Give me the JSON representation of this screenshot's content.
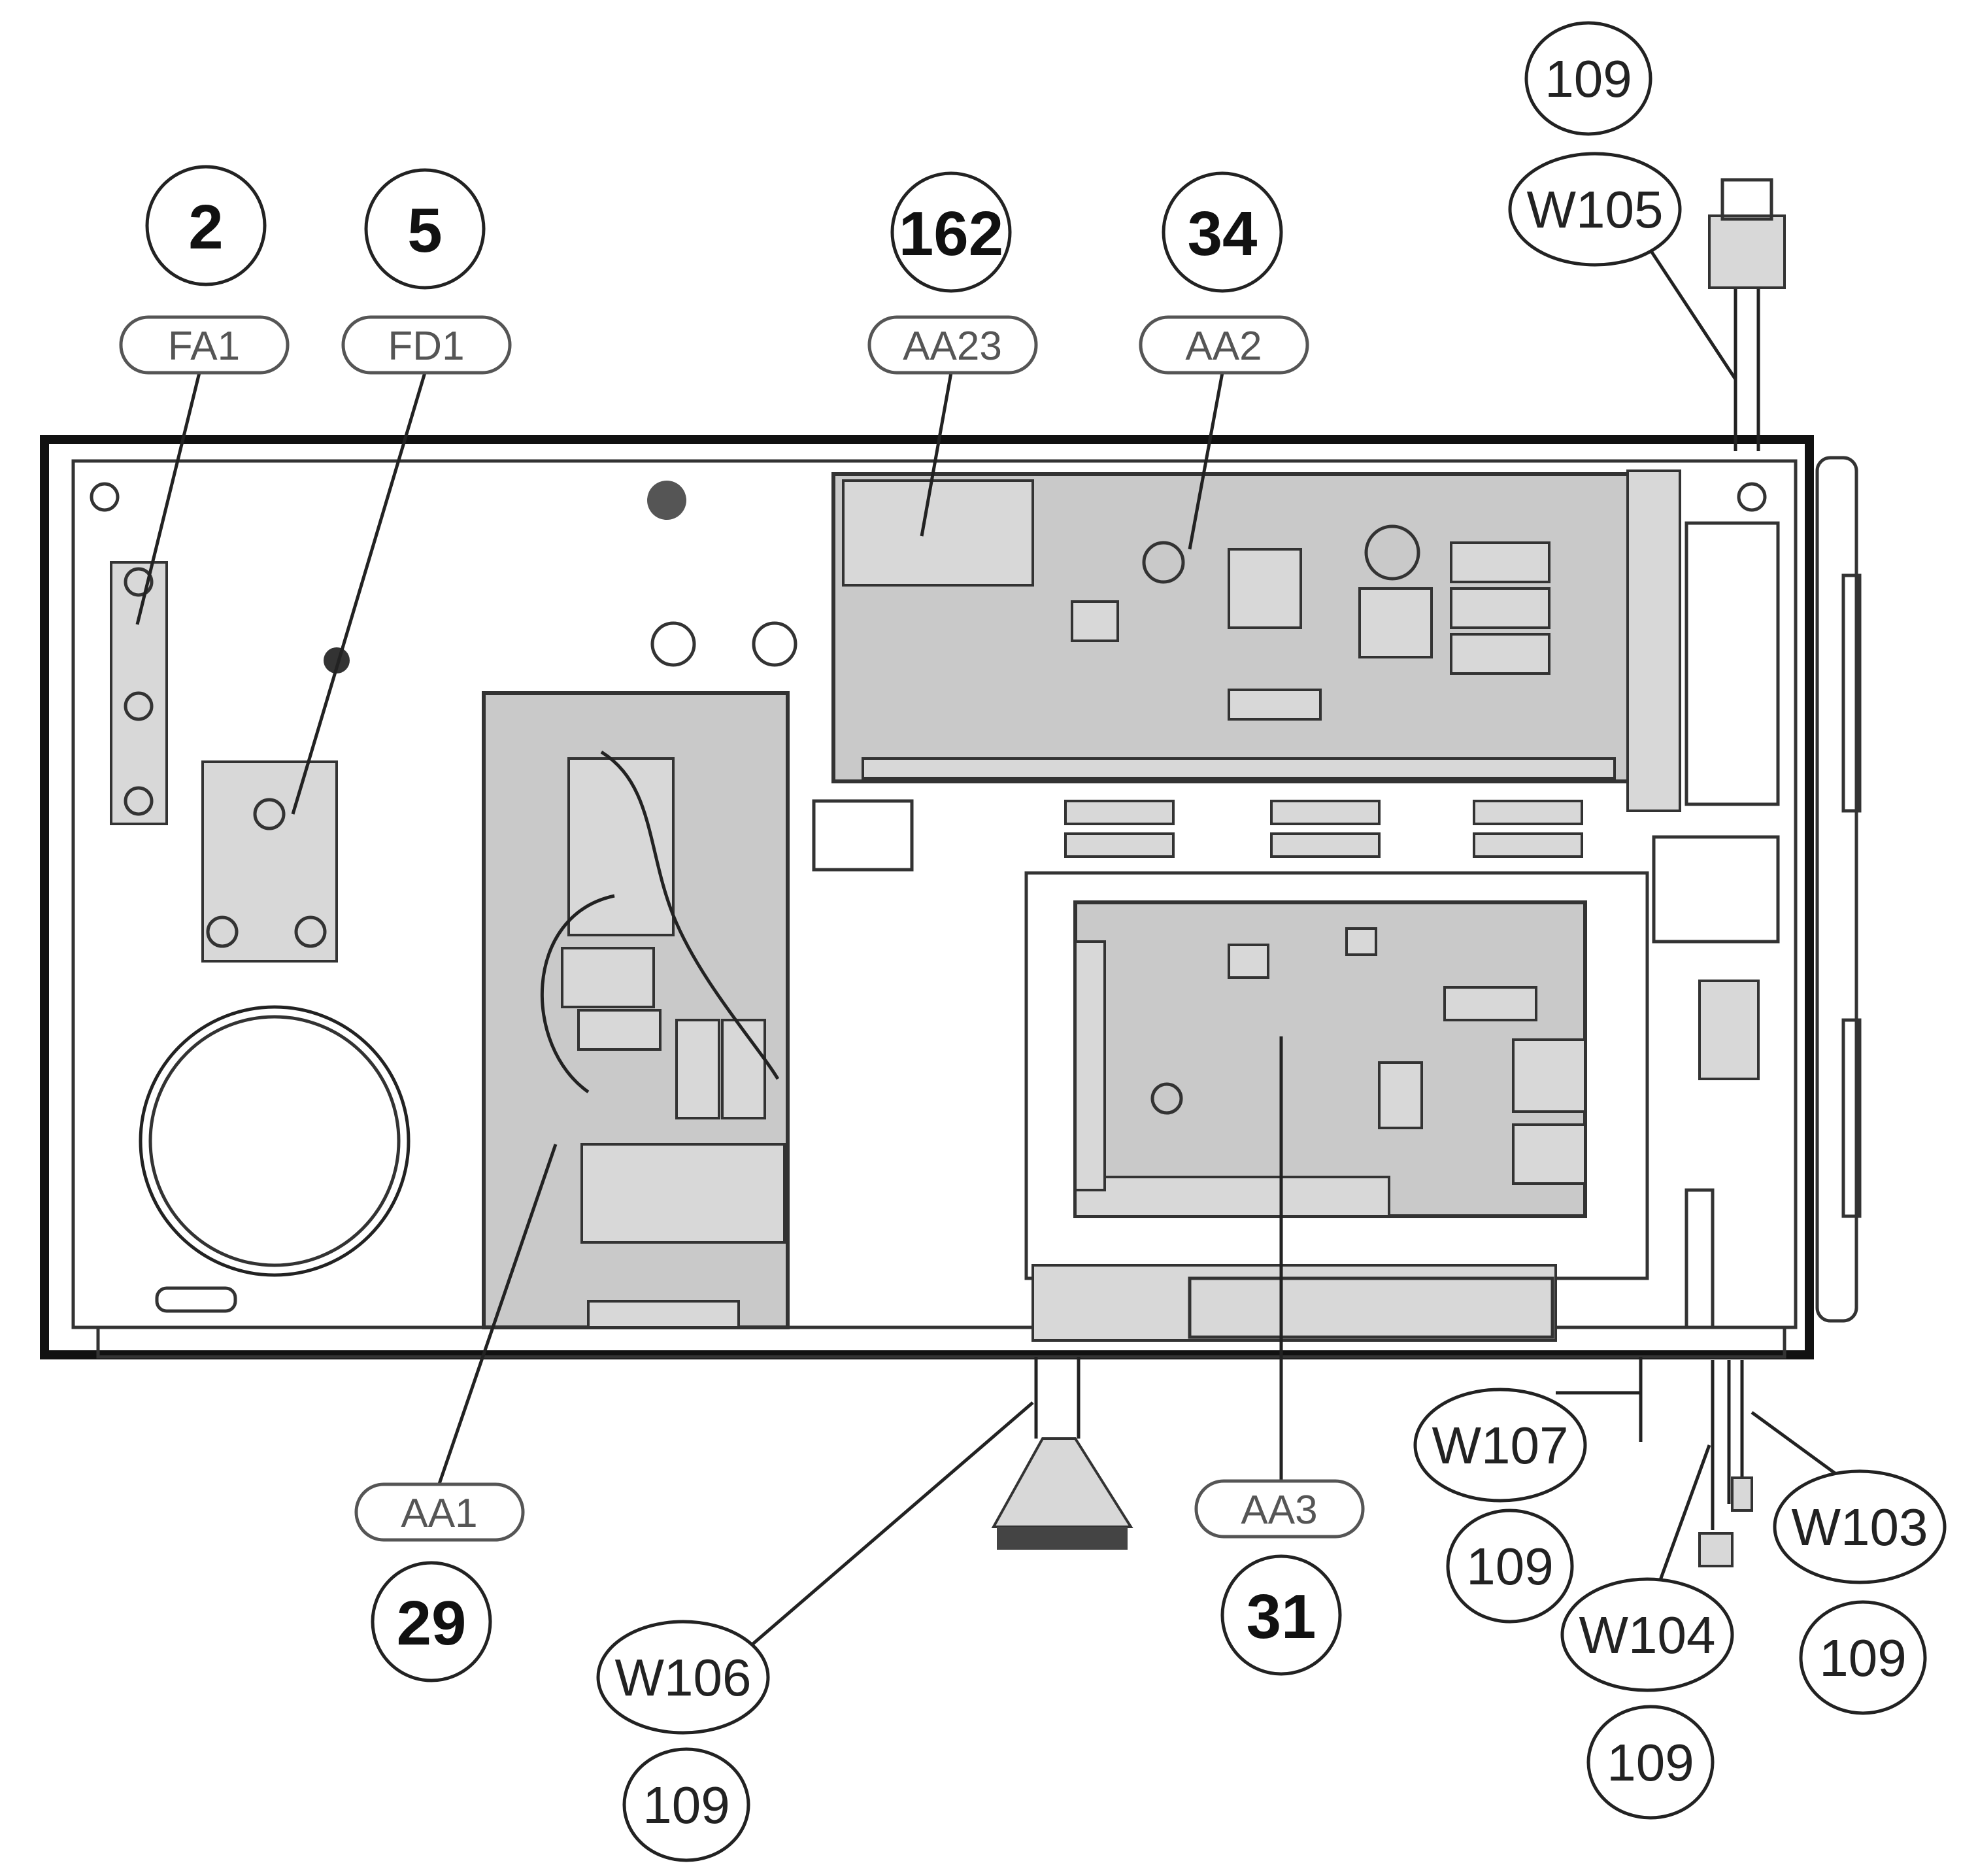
{
  "callouts": {
    "c2": {
      "num": "2",
      "code": "FA1"
    },
    "c5": {
      "num": "5",
      "code": "FD1"
    },
    "c162": {
      "num": "162",
      "code": "AA23"
    },
    "c34": {
      "num": "34",
      "code": "AA2"
    },
    "c29": {
      "num": "29",
      "code": "AA1"
    },
    "c31": {
      "num": "31",
      "code": "AA3"
    }
  },
  "wires": {
    "w105": {
      "code": "W105",
      "num": "109"
    },
    "w106": {
      "code": "W106",
      "num": "109"
    },
    "w107": {
      "code": "W107",
      "num": "109"
    },
    "w104": {
      "code": "W104",
      "num": "109"
    },
    "w103": {
      "code": "W103",
      "num": "109"
    }
  }
}
